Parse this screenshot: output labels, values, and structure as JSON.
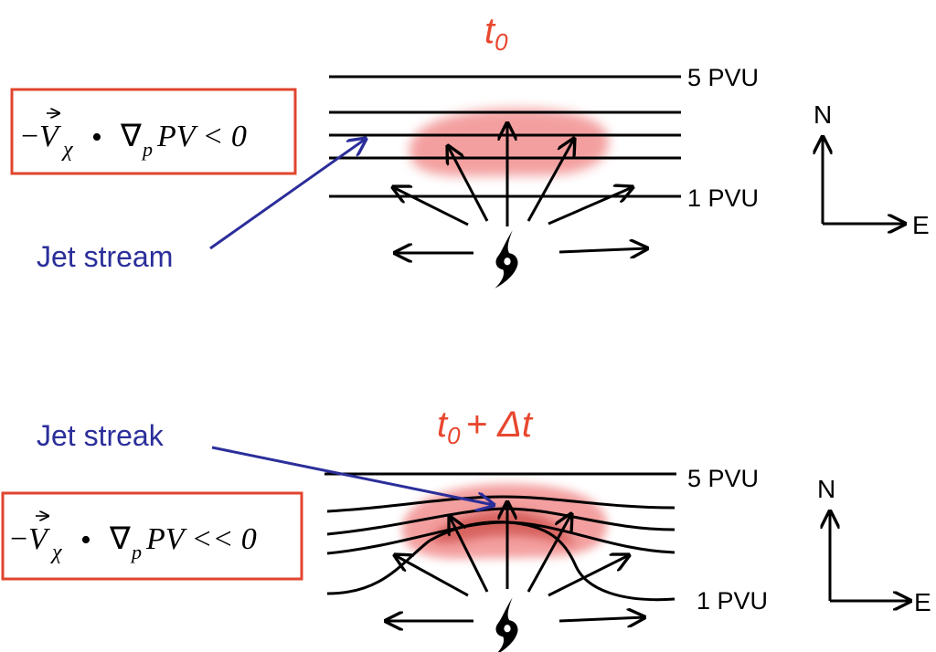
{
  "colors": {
    "title": "#e8472e",
    "annotation": "#2b2e9a",
    "box_border": "#e0452e",
    "pv_blob": "#f08080",
    "lines": "#000000"
  },
  "panel_top": {
    "title_sub": "0",
    "level_top": "5 PVU",
    "level_bottom": "1 PVU",
    "annotation": "Jet stream",
    "equation": {
      "minus": "−",
      "v": "V",
      "chi": "χ",
      "dot": "•",
      "nabla": "∇",
      "p": "p",
      "rhs": "PV < 0"
    },
    "compass": {
      "north": "N",
      "east": "E"
    },
    "icon": "hurricane-icon"
  },
  "panel_bottom": {
    "title_sub": "0",
    "title_rest": "+ Δt",
    "level_top": "5 PVU",
    "level_bottom": "1 PVU",
    "annotation": "Jet streak",
    "equation": {
      "minus": "−",
      "v": "V",
      "chi": "χ",
      "dot": "•",
      "nabla": "∇",
      "p": "p",
      "rhs": "PV << 0"
    },
    "compass": {
      "north": "N",
      "east": "E"
    },
    "icon": "hurricane-icon"
  }
}
